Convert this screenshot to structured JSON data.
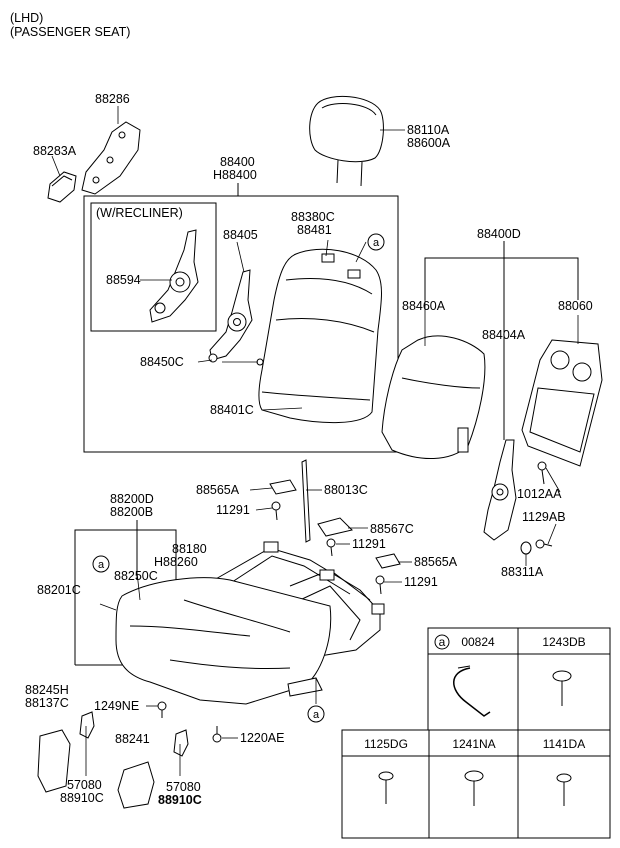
{
  "header": {
    "line1": "(LHD)",
    "line2": "(PASSENGER SEAT)"
  },
  "labels": {
    "p88286": "88286",
    "p88283A": "88283A",
    "p88110A": "88110A",
    "p88600A": "88600A",
    "p88400": "88400",
    "pH88400": "H88400",
    "recliner": "(W/RECLINER)",
    "p88405": "88405",
    "p88380C": "88380C",
    "p88481": "88481",
    "p88594": "88594",
    "p88450C": "88450C",
    "p88401C": "88401C",
    "p88400D": "88400D",
    "p88460A": "88460A",
    "p88060": "88060",
    "p88404A": "88404A",
    "p1012AA": "1012AA",
    "p1129AB": "1129AB",
    "p88311A": "88311A",
    "p88565A_1": "88565A",
    "p88013C": "88013C",
    "p11291_1": "11291",
    "p88567C": "88567C",
    "p11291_2": "11291",
    "p88565A_2": "88565A",
    "p11291_3": "11291",
    "p88200D": "88200D",
    "p88200B": "88200B",
    "p88180": "88180",
    "pH88260": "H88260",
    "p88250C": "88250C",
    "p88201C": "88201C",
    "p88245H": "88245H",
    "p88137C": "88137C",
    "p1249NE": "1249NE",
    "p1220AE": "1220AE",
    "p88241": "88241",
    "p57080_1": "57080",
    "p88910C_1": "88910C",
    "p57080_2": "57080",
    "p88910C_2": "88910C"
  },
  "callouts": {
    "a": "a"
  },
  "legend_table": {
    "cells": [
      {
        "marker": "a",
        "code": "00824"
      },
      {
        "code": "1243DB"
      },
      {
        "code": "1125DG"
      },
      {
        "code": "1241NA"
      },
      {
        "code": "1141DA"
      }
    ]
  }
}
